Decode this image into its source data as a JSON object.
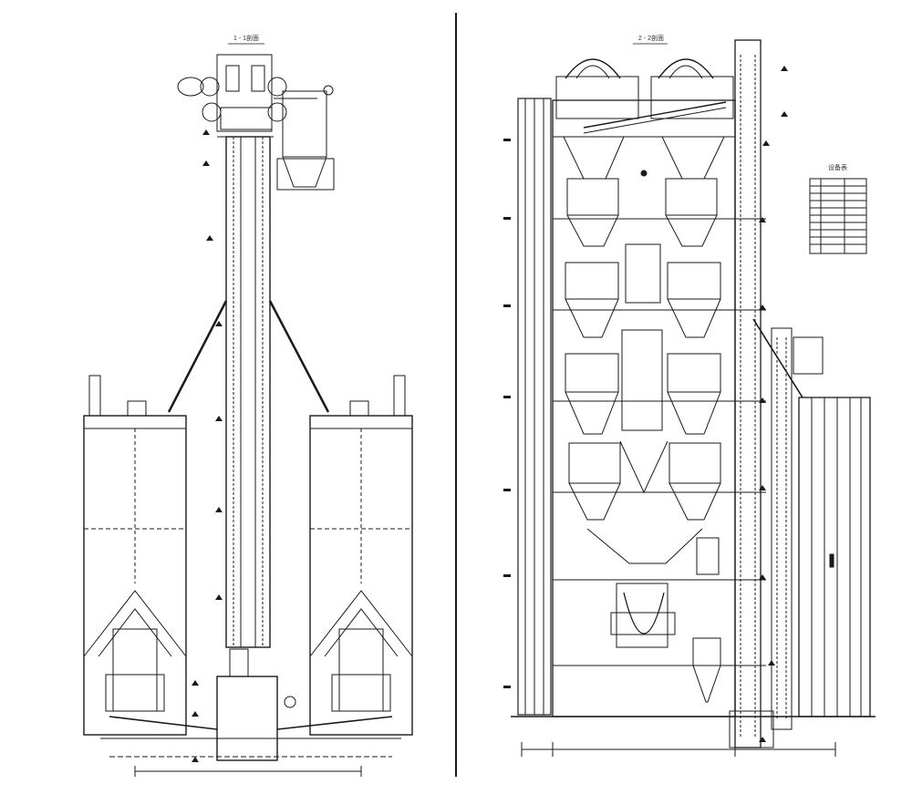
{
  "left_view": {
    "title": "1 - 1剖面"
  },
  "right_view": {
    "title": "2 - 2剖面"
  },
  "legend_table": {
    "title": "设备表"
  },
  "colors": {
    "line": "#1a1a1a",
    "background": "#ffffff"
  },
  "icons": [
    "elevation-marker-icon",
    "dimension-line-icon"
  ]
}
